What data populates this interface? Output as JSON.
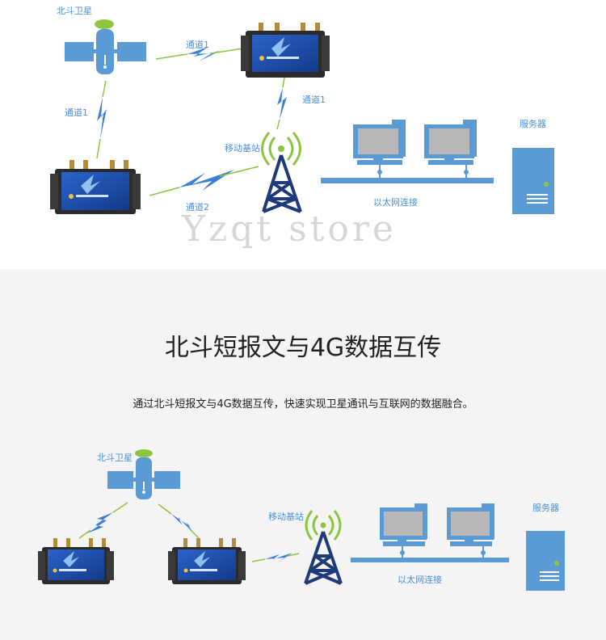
{
  "top_diagram": {
    "satellite_label": "北斗卫星",
    "channel1_a": "通道1",
    "channel1_b": "通道1",
    "channel1_c": "通道1",
    "channel2": "通道2",
    "base_station_label": "移动基站",
    "server_label": "服务器",
    "ethernet_label": "以太网连接",
    "watermark": "Yzqt store"
  },
  "section": {
    "title": "北斗短报文与4G数据互传",
    "subtitle": "通过北斗短报文与4G数据互传，快速实现卫星通讯与互联网的数据融合。"
  },
  "bottom_diagram": {
    "satellite_label": "北斗卫星",
    "base_station_label": "移动基站",
    "server_label": "服务器",
    "ethernet_label": "以太网连接"
  },
  "colors": {
    "blue": "#4a90d9",
    "navy": "#1e3a78",
    "panel_blue": "#5b9bd5",
    "lightning_green": "#8cc63f",
    "lightning_blue": "#3a7fd5"
  }
}
